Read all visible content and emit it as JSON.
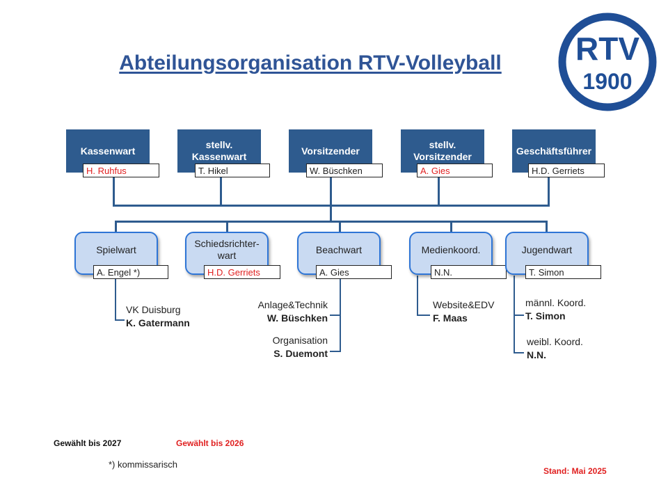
{
  "title": "Abteilungsorganisation RTV-Volleyball",
  "logo": {
    "line1": "RTV",
    "line2": "1900",
    "color": "#1f4e96"
  },
  "board": [
    {
      "role": "Kassenwart",
      "name": "H. Ruhfus",
      "name_color": "red"
    },
    {
      "role": "stellv. Kassenwart",
      "name": "T. Hikel",
      "name_color": "black"
    },
    {
      "role": "Vorsitzender",
      "name": "W. Büschken",
      "name_color": "black"
    },
    {
      "role": "stellv. Vorsitzender",
      "name": "A. Gies",
      "name_color": "red"
    },
    {
      "role": "Geschäftsführer",
      "name": "H.D. Gerriets",
      "name_color": "black"
    }
  ],
  "departments": [
    {
      "role": "Spielwart",
      "name": "A. Engel *)",
      "name_color": "black"
    },
    {
      "role": "Schiedsrichter-wart",
      "name": "H.D. Gerriets",
      "name_color": "red"
    },
    {
      "role": "Beachwart",
      "name": "A. Gies",
      "name_color": "black"
    },
    {
      "role": "Medienkoord.",
      "name": "N.N.",
      "name_color": "black"
    },
    {
      "role": "Jugendwart",
      "name": "T. Simon",
      "name_color": "black"
    }
  ],
  "sub_roles": [
    {
      "label": "VK Duisburg",
      "person": "K. Gatermann"
    },
    {
      "label": "Anlage&Technik",
      "person": "W. Büschken"
    },
    {
      "label": "Organisation",
      "person": "S. Duemont"
    },
    {
      "label": "Website&EDV",
      "person": "F. Maas"
    },
    {
      "label": "männl. Koord.",
      "person": "T. Simon"
    },
    {
      "label": "weibl. Koord.",
      "person": "N.N."
    }
  ],
  "legend": {
    "elected_black": "Gewählt bis 2027",
    "elected_red": "Gewählt bis 2026",
    "footnote": "*) kommissarisch"
  },
  "status": "Stand: Mai 2025",
  "colors": {
    "box_dark": "#2e5b8e",
    "box_light": "#c9daf2",
    "box_border": "#2e75d6",
    "title": "#2f5496",
    "red": "#e02020"
  }
}
